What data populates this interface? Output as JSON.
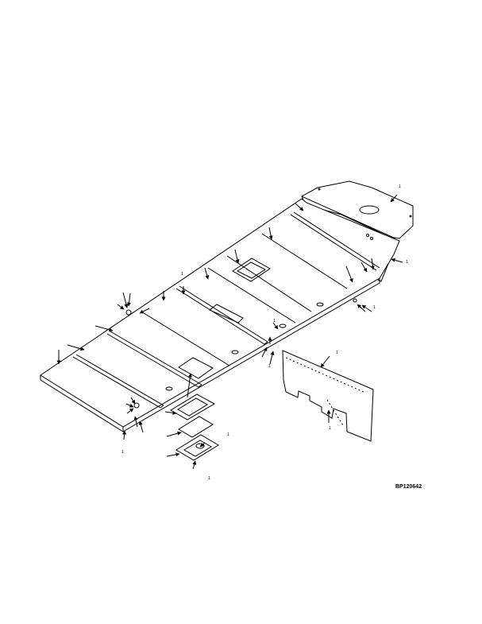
{
  "figure": {
    "id_label": "BP120642"
  },
  "callouts": [
    "1",
    "1",
    "1",
    "1",
    "1",
    "1",
    "1",
    "1",
    "1",
    "1",
    "1"
  ],
  "colors": {
    "line": "#000000",
    "background": "#ffffff"
  }
}
